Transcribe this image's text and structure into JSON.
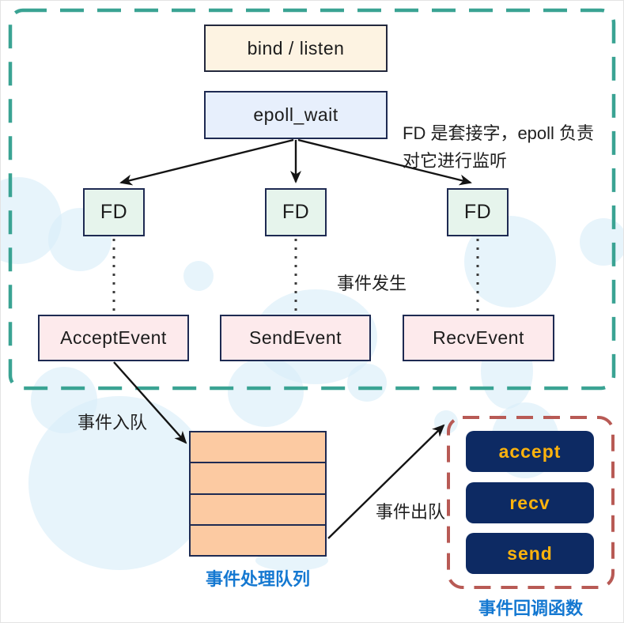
{
  "nodes": {
    "bind_listen": "bind / listen",
    "epoll_wait": "epoll_wait",
    "fd": [
      "FD",
      "FD",
      "FD"
    ],
    "events": [
      "AcceptEvent",
      "SendEvent",
      "RecvEvent"
    ],
    "callbacks": [
      "accept",
      "recv",
      "send"
    ]
  },
  "labels": {
    "fd_note_line1": "FD 是套接字，epoll 负责",
    "fd_note_line2": "对它进行监听",
    "event_occurs": "事件发生",
    "event_enqueue": "事件入队",
    "event_dequeue": "事件出队",
    "queue_title": "事件处理队列",
    "callbacks_title": "事件回调函数"
  },
  "queue": {
    "row_count": 4
  },
  "colors": {
    "outer_border": "#3aa393",
    "callback_border": "#b85a55",
    "bind_listen_fill": "#fdf3e2",
    "epoll_fill": "#e7effc",
    "fd_fill": "#e6f4ec",
    "event_fill": "#fdeaec",
    "queue_fill": "#fccaa2",
    "callback_fill": "#0d2a63",
    "callback_text": "#fdb30d",
    "blue_label": "#1478d1",
    "box_border": "#1e2a52",
    "arrow": "#141414",
    "decor_circle": "#d8edf9"
  }
}
